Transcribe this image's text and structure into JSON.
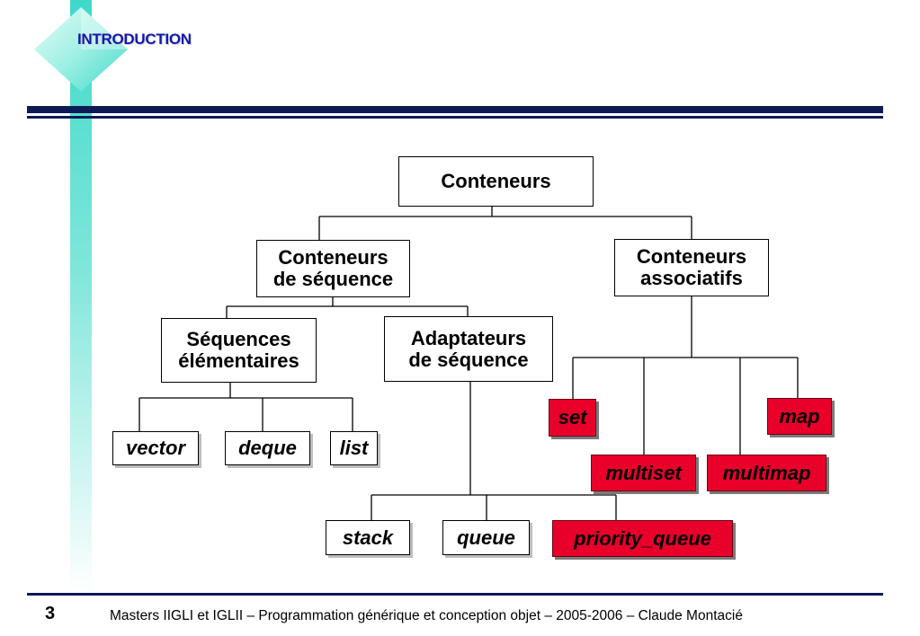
{
  "slide": {
    "title": "INTRODUCTION",
    "page_number": "3",
    "footer": "Masters IIGLI et IGLII – Programmation générique et conception objet – 2005-2006 – Claude Montacié"
  },
  "diagram": {
    "root": "Conteneurs",
    "sequence_containers": "Conteneurs\nde séquence",
    "associative_containers": "Conteneurs\nassociatifs",
    "elementary_sequences": "Séquences\nélémentaires",
    "sequence_adapters": "Adaptateurs\nde séquence",
    "vector": "vector",
    "deque": "deque",
    "list": "list",
    "stack": "stack",
    "queue": "queue",
    "priority_queue": "priority_queue",
    "set": "set",
    "map": "map",
    "multiset": "multiset",
    "multimap": "multimap"
  },
  "colors": {
    "accent_teal": "#3fd9c9",
    "rule_navy": "#0c1b56",
    "title_blue": "#1418a8",
    "highlight_red": "#e8002a"
  }
}
